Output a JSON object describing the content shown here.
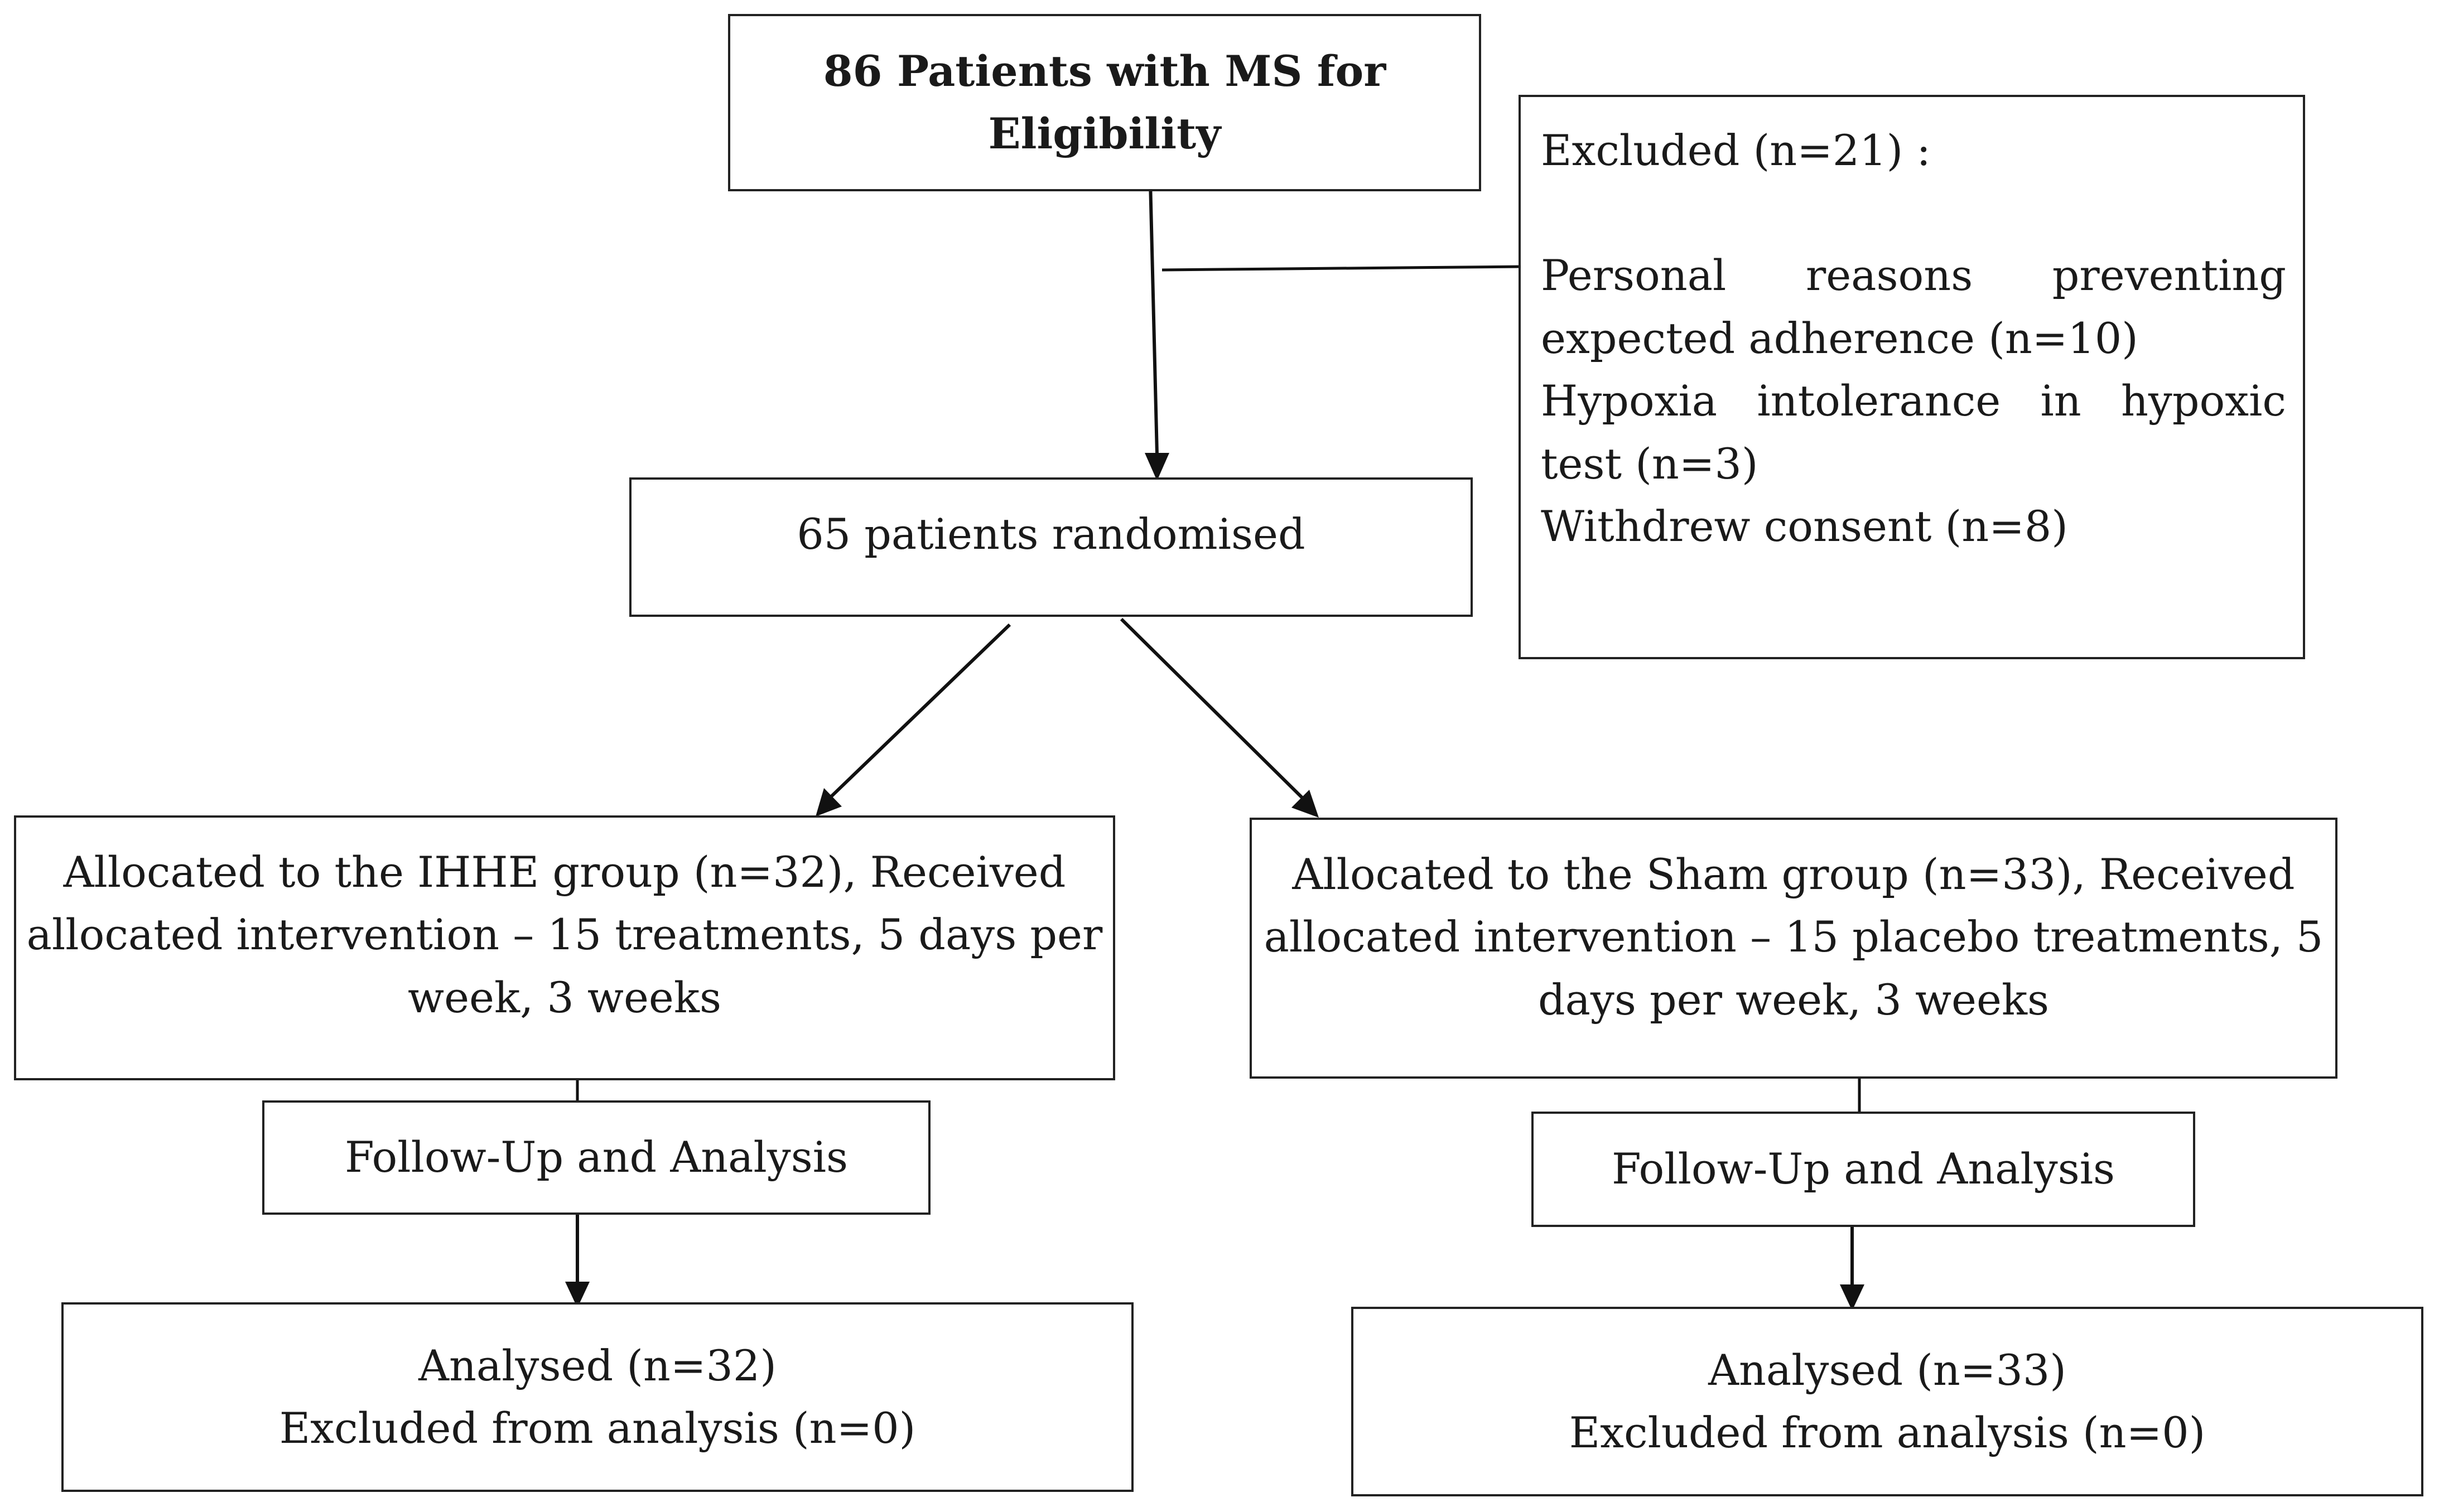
{
  "enrollment": {
    "line1": "86 Patients with MS for",
    "line2": "Eligibility"
  },
  "exclusion": {
    "title": "Excluded (n=21) :",
    "items": [
      "Personal reasons preventing expected adherence (n=10)",
      "Hypoxia intolerance in hypoxic test (n=3)",
      "Withdrew consent (n=8)"
    ]
  },
  "randomised": {
    "label": "65 patients randomised"
  },
  "arms": [
    {
      "allocation": {
        "line1": "Allocated to the IHHE group (n=32), Received",
        "line2": "allocated intervention – 15 treatments, 5 days per",
        "line3": "week, 3 weeks"
      },
      "followup": "Follow-Up and Analysis",
      "analysed": "Analysed (n=32)",
      "excluded_from_analysis": "Excluded from analysis (n=0)"
    },
    {
      "allocation": {
        "line1": "Allocated to the Sham group (n=33), Received",
        "line2": "allocated intervention – 15 placebo treatments, 5",
        "line3": "days per week, 3 weeks"
      },
      "followup": "Follow-Up and Analysis",
      "analysed": "Analysed (n=33)",
      "excluded_from_analysis": "Excluded from analysis (n=0)"
    }
  ]
}
